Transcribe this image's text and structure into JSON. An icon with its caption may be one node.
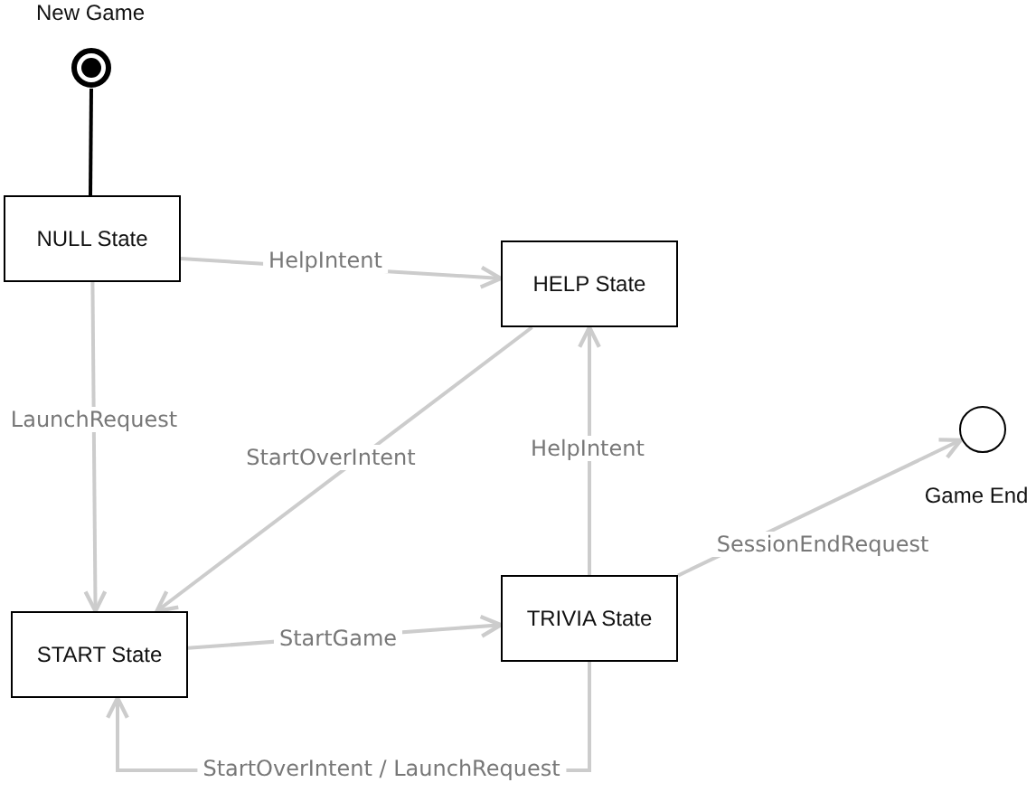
{
  "diagram": {
    "nodes": [
      {
        "text": [],
        "shape": "bullseye",
        "beside": [
          "New Game"
        ]
      },
      {
        "text": [
          "NULL State"
        ]
      },
      {
        "text": [
          "HELP State"
        ]
      },
      {
        "text": [
          "START State"
        ]
      },
      {
        "text": [
          "TRIVIA State"
        ]
      },
      {
        "text": [],
        "shape": "circle",
        "beside": [
          "Game End"
        ]
      }
    ],
    "edges": [
      {
        "from": 0,
        "to": 1,
        "arrow": "none",
        "color": "#000000"
      },
      {
        "from": 1,
        "to": 2,
        "arrow": "to",
        "label": "HelpIntent"
      },
      {
        "from": 1,
        "to": 3,
        "arrow": "to",
        "label": "LaunchRequest"
      },
      {
        "from": 2,
        "to": 3,
        "arrow": "to",
        "label": "StartOverIntent"
      },
      {
        "from": 3,
        "to": 4,
        "arrow": "to",
        "label": "StartGame"
      },
      {
        "from": 4,
        "to": 2,
        "arrow": "to",
        "label": "HelpIntent"
      },
      {
        "from": 4,
        "to": 5,
        "arrow": "to",
        "label": "SessionEndRequest"
      },
      {
        "from": 4,
        "to": 3,
        "arrow": "to",
        "label": "StartOverIntent / LaunchRequest"
      }
    ]
  }
}
